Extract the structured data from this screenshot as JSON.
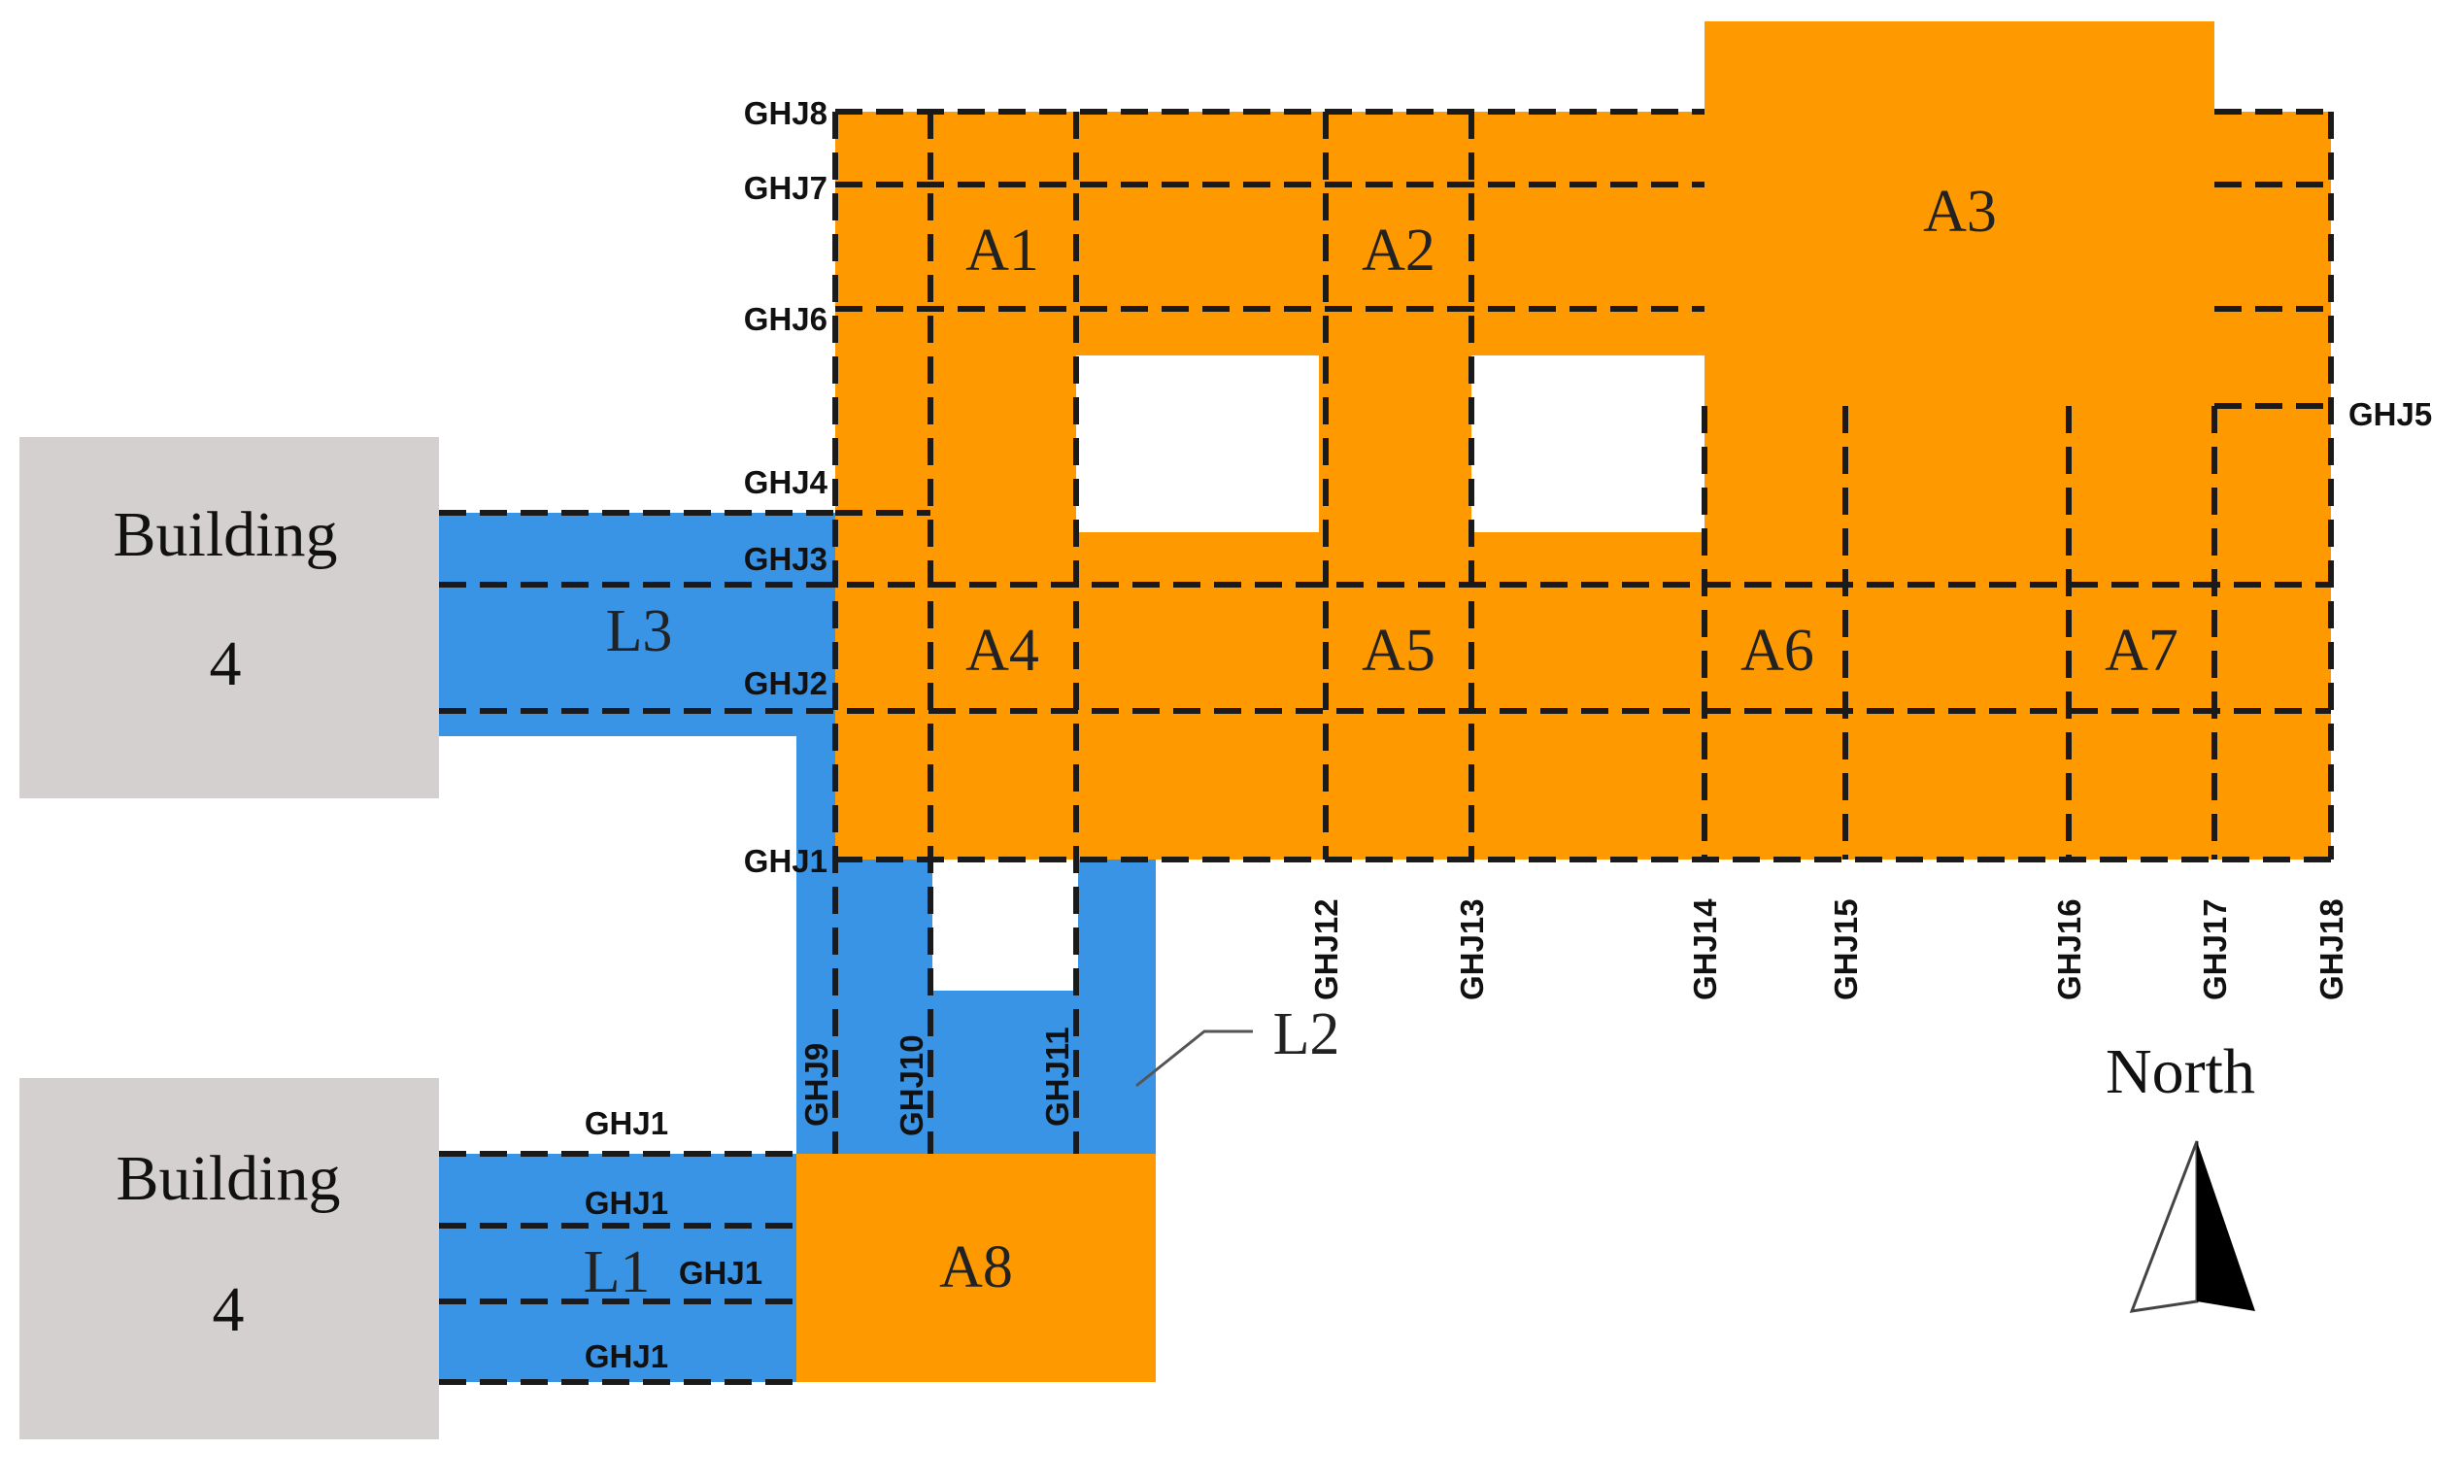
{
  "colors": {
    "orange": "#FF9900",
    "blue": "#3A94E6",
    "building": "#D3D0CF",
    "gridline": "#1A1A1A"
  },
  "buildings": [
    {
      "line1": "Building",
      "line2": "4"
    },
    {
      "line1": "Building",
      "line2": "4"
    }
  ],
  "areas": {
    "A1": "A1",
    "A2": "A2",
    "A3": "A3",
    "A4": "A4",
    "A5": "A5",
    "A6": "A6",
    "A7": "A7",
    "A8": "A8"
  },
  "links": {
    "L1": "L1",
    "L2": "L2",
    "L3": "L3"
  },
  "axes": {
    "GHJ8": "GHJ8",
    "GHJ7": "GHJ7",
    "GHJ6": "GHJ6",
    "GHJ5": "GHJ5",
    "GHJ4": "GHJ4",
    "GHJ3": "GHJ3",
    "GHJ2": "GHJ2",
    "GHJ1": "GHJ1",
    "GHJ9": "GHJ9",
    "GHJ10": "GHJ10",
    "GHJ11": "GHJ11",
    "GHJ12": "GHJ12",
    "GHJ13": "GHJ13",
    "GHJ14": "GHJ14",
    "GHJ15": "GHJ15",
    "GHJ16": "GHJ16",
    "GHJ17": "GHJ17",
    "GHJ18": "GHJ18"
  },
  "compass": {
    "label": "North"
  }
}
